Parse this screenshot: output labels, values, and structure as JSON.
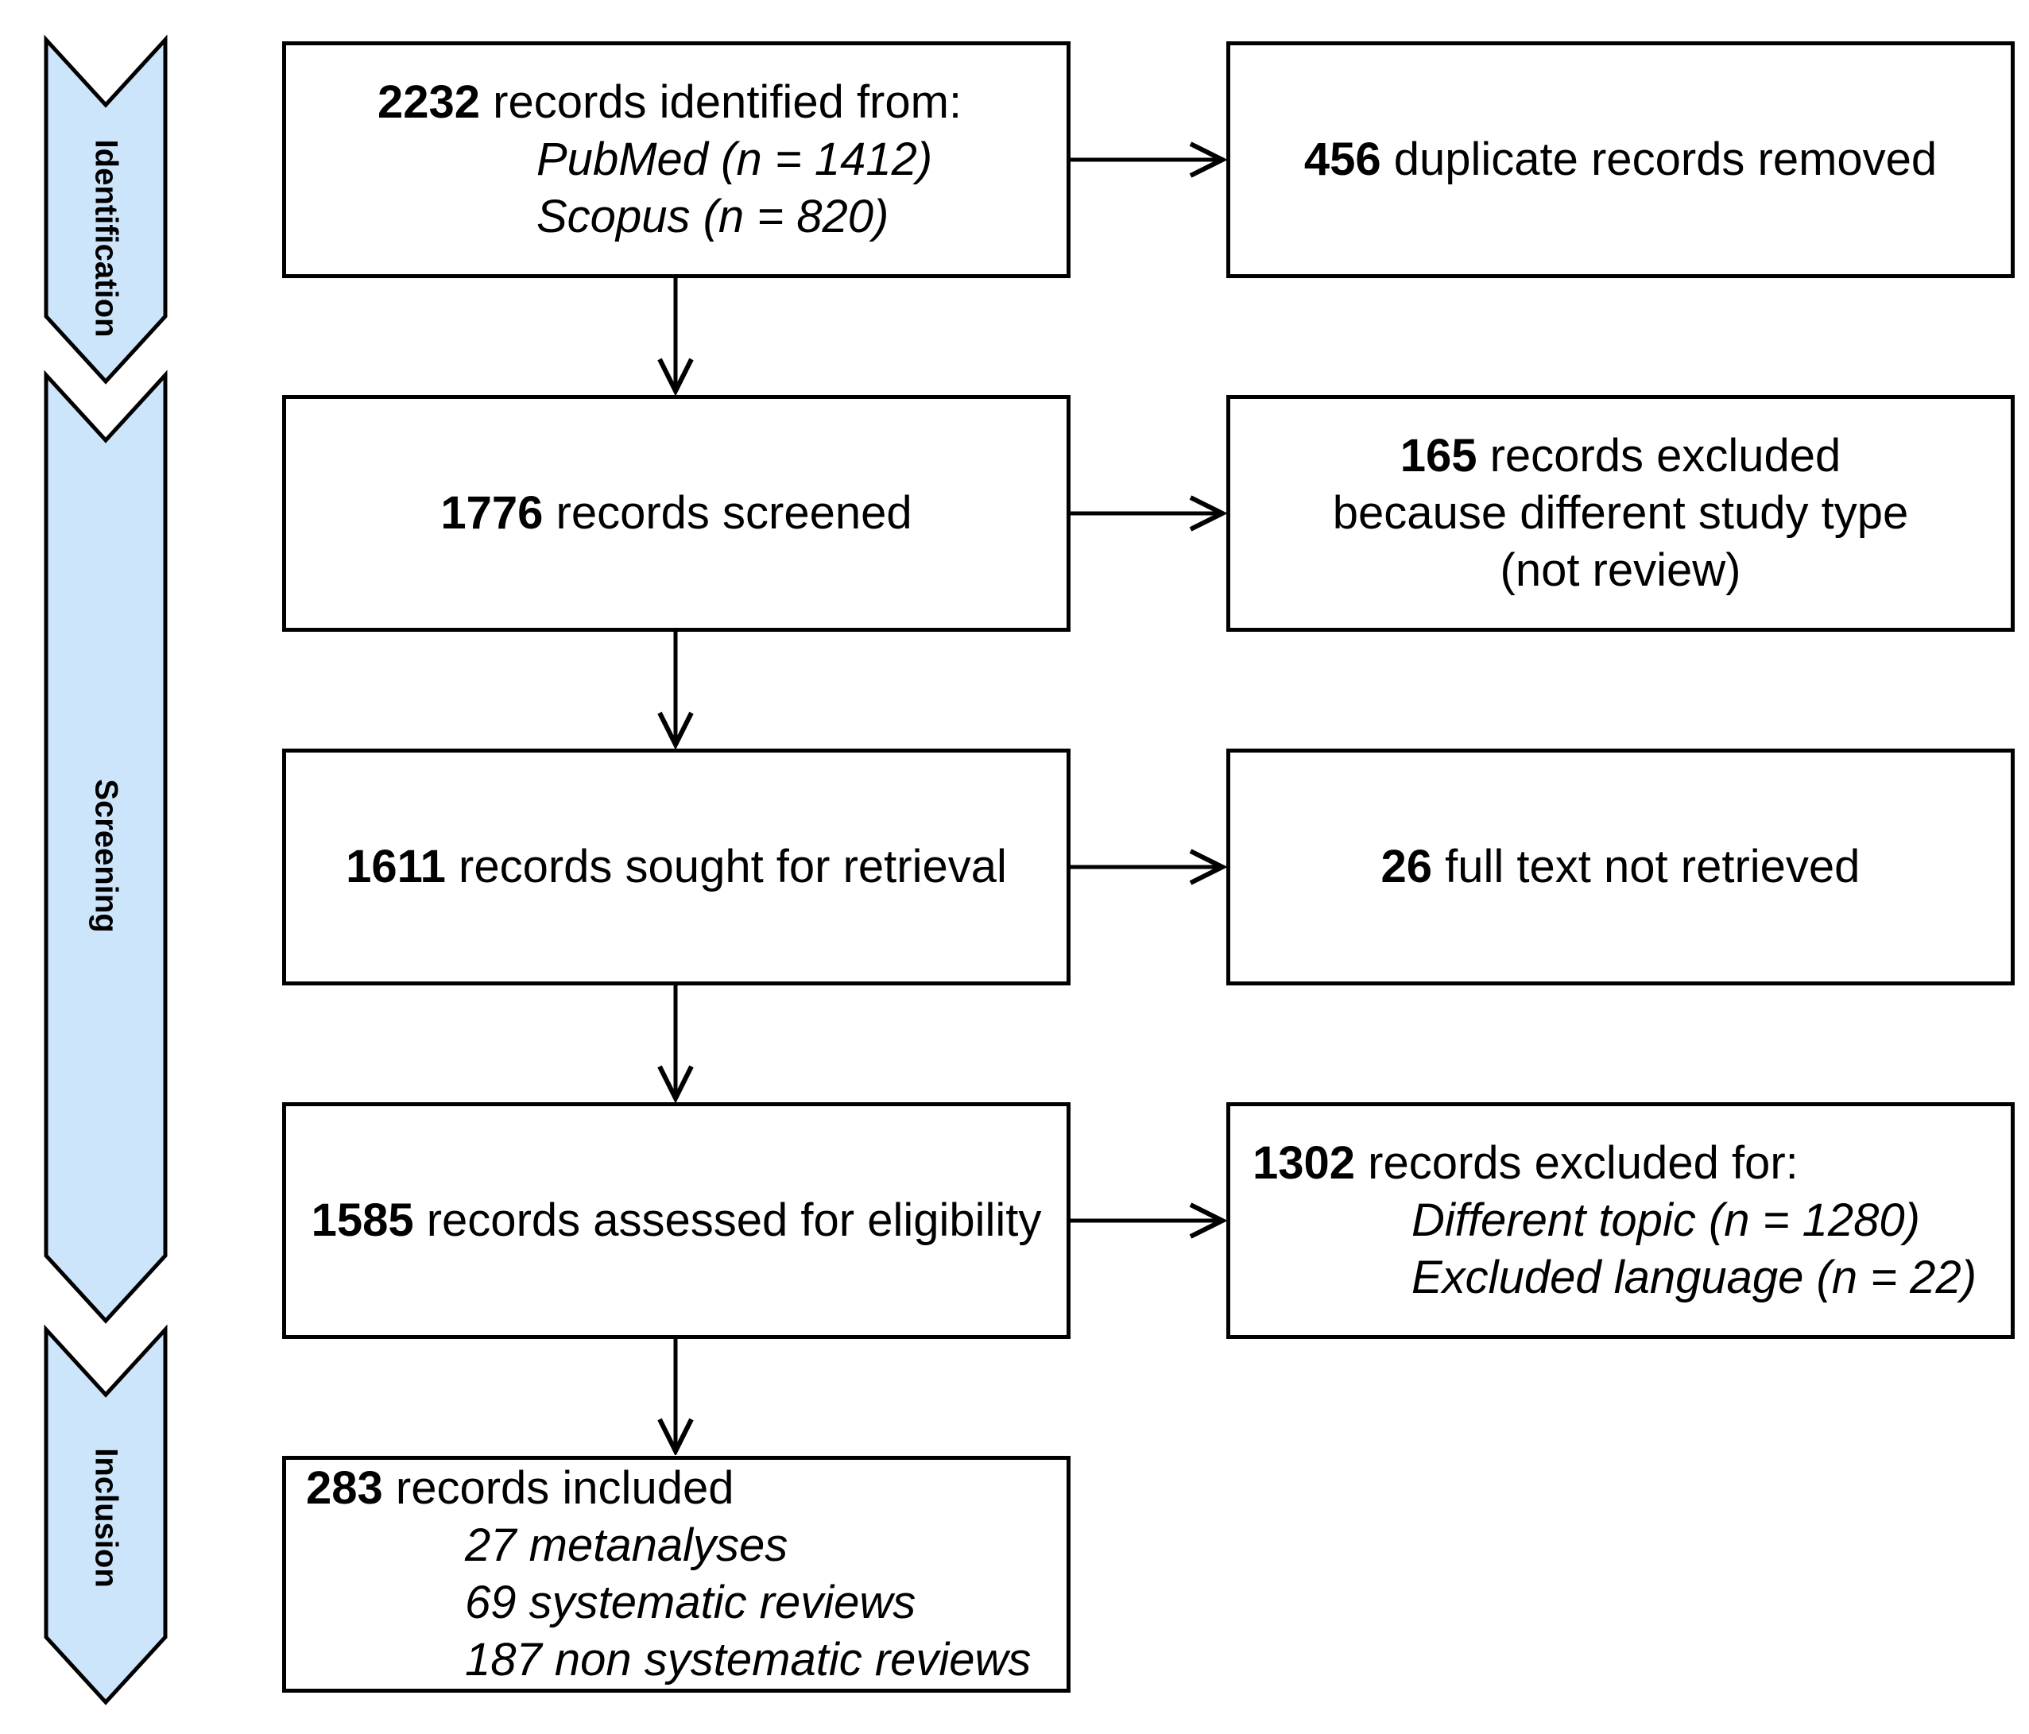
{
  "stages": [
    {
      "label": "Identification"
    },
    {
      "label": "Screening"
    },
    {
      "label": "Inclusion"
    }
  ],
  "boxes": {
    "identified": {
      "number": "2232",
      "text": " records identified from:",
      "sub": [
        "PubMed (n = 1412)",
        "Scopus (n = 820)"
      ]
    },
    "duplicates": {
      "number": "456",
      "text": " duplicate records removed"
    },
    "screened": {
      "number": "1776",
      "text": " records screened"
    },
    "excluded_type": {
      "number": "165",
      "text": " records excluded",
      "lines": [
        "because different study type",
        "(not review)"
      ]
    },
    "sought": {
      "number": "1611",
      "text": " records sought for retrieval"
    },
    "not_retrieved": {
      "number": "26",
      "text": " full text not retrieved"
    },
    "assessed": {
      "number": "1585",
      "text": " records assessed for eligibility"
    },
    "excluded_for": {
      "number": "1302",
      "text": " records excluded for:",
      "sub": [
        "Different topic (n = 1280)",
        "Excluded language (n = 22)"
      ]
    },
    "included": {
      "number": "283",
      "text": " records included",
      "sub": [
        "27 metanalyses",
        "69 systematic reviews",
        "187 non systematic reviews"
      ]
    }
  },
  "colors": {
    "stage_fill": "#cde5fb",
    "stroke": "#000000"
  }
}
